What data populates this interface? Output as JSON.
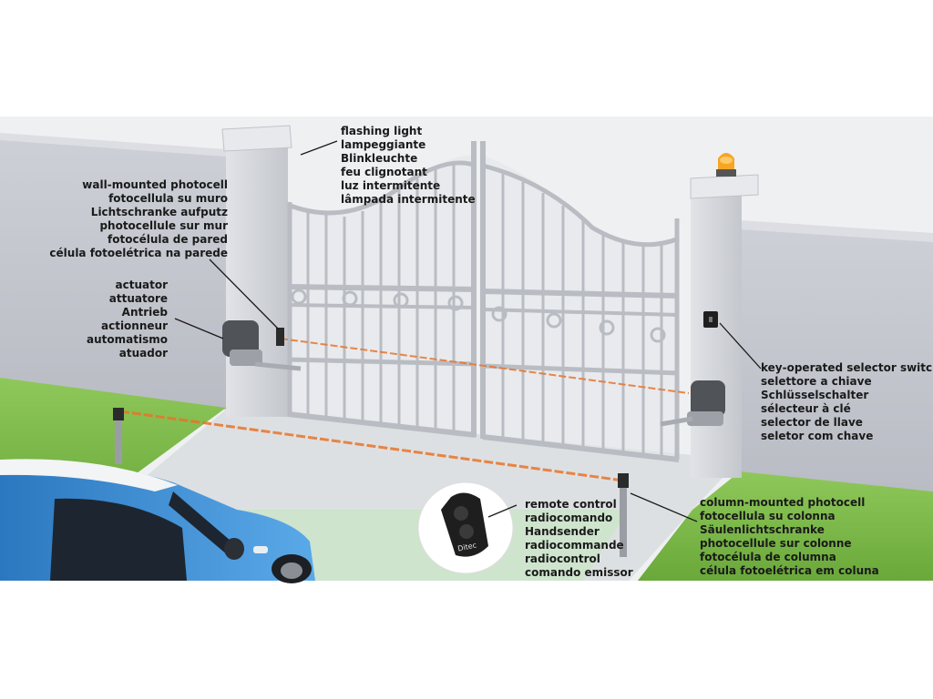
{
  "remote_brand": "Ditec",
  "colors": {
    "wall": "#c9ccd3",
    "pillar": "#d6d8dd",
    "gate": "#c3c6cc",
    "grass": "#7fbf4a",
    "path": "#dfe1e2",
    "beam": "#e8742a",
    "lamp": "#f5a623",
    "car": "#3f8fd6"
  },
  "labels": {
    "flashing_light": [
      "flashing light",
      "lampeggiante",
      "Blinkleuchte",
      "feu clignotant",
      "luz intermitente",
      "lâmpada intermitente"
    ],
    "wall_photocell": [
      "wall-mounted photocell",
      "fotocellula su muro",
      "Lichtschranke aufputz",
      "photocellule sur mur",
      "fotocélula de pared",
      "célula fotoelétrica na parede"
    ],
    "actuator": [
      "actuator",
      "attuatore",
      "Antrieb",
      "actionneur",
      "automatismo",
      "atuador"
    ],
    "key_selector": [
      "key-operated selector switch",
      "selettore a chiave",
      "Schlüsselschalter",
      "sélecteur à clé",
      "selector de llave",
      "seletor com chave"
    ],
    "remote_control": [
      "remote control",
      "radiocomando",
      "Handsender",
      "radiocommande",
      "radiocontrol",
      "comando emissor"
    ],
    "column_photocell": [
      "column-mounted photocell",
      "fotocellula su colonna",
      "Säulenlichtschranke",
      "photocellule sur colonne",
      "fotocélula de columna",
      "célula fotoelétrica em coluna"
    ]
  }
}
